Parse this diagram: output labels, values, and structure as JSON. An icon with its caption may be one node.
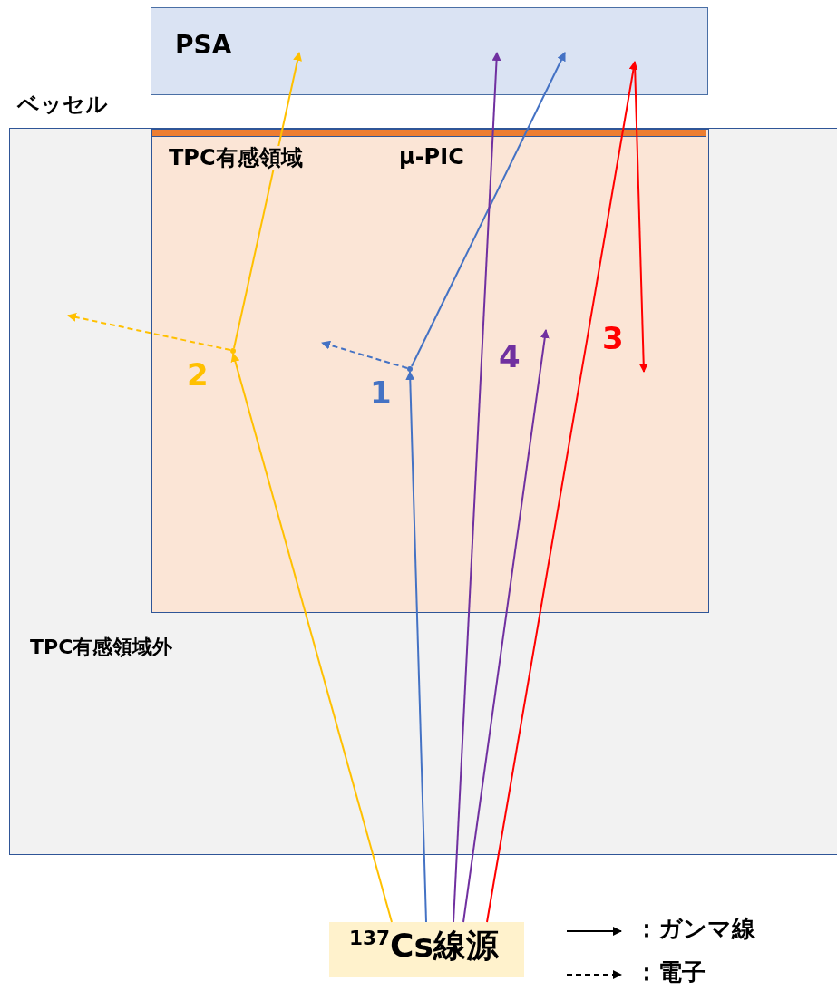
{
  "diagram": {
    "nodes": [
      {
        "text": [
          "PSA"
        ]
      },
      {
        "text": [
          "ベッセル",
          "TPC有感領域外"
        ]
      },
      {
        "text": [
          "TPC有感領域"
        ],
        "in": 1
      },
      {
        "text": [],
        "shape": "point",
        "in": 2
      },
      {
        "text": [],
        "shape": "point",
        "in": 2
      },
      {
        "text": [
          "$^{137}$Cs線源"
        ]
      }
    ],
    "edges": [
      {
        "from": 5,
        "to": 3,
        "arrow": "to",
        "color": "#ffc000"
      },
      {
        "from": 3,
        "to": 0,
        "arrow": "to",
        "color": "#ffc000"
      },
      {
        "from": 3,
        "to": null,
        "arrow": "to",
        "style": "dashed",
        "color": "#ffc000"
      },
      {
        "from": 5,
        "to": 4,
        "arrow": "to",
        "color": "#4472c4"
      },
      {
        "from": 4,
        "to": 0,
        "arrow": "to",
        "color": "#4472c4"
      },
      {
        "from": 4,
        "to": null,
        "arrow": "to",
        "style": "dashed",
        "color": "#4472c4"
      },
      {
        "from": 5,
        "to": 0,
        "arrow": "to",
        "color": "#7030a0"
      },
      {
        "from": 5,
        "to": null,
        "arrow": "to",
        "color": "#7030a0"
      },
      {
        "from": 5,
        "to": 0,
        "arrow": "to",
        "color": "#ff0000"
      },
      {
        "from": 0,
        "to": null,
        "arrow": "to",
        "color": "#ff0000"
      }
    ],
    "labels": [
      "μ-PIC",
      "3",
      "4",
      "2",
      "1"
    ],
    "legend": [
      {
        "text": "：ガンマ線"
      },
      {
        "text": "：電子"
      }
    ]
  }
}
